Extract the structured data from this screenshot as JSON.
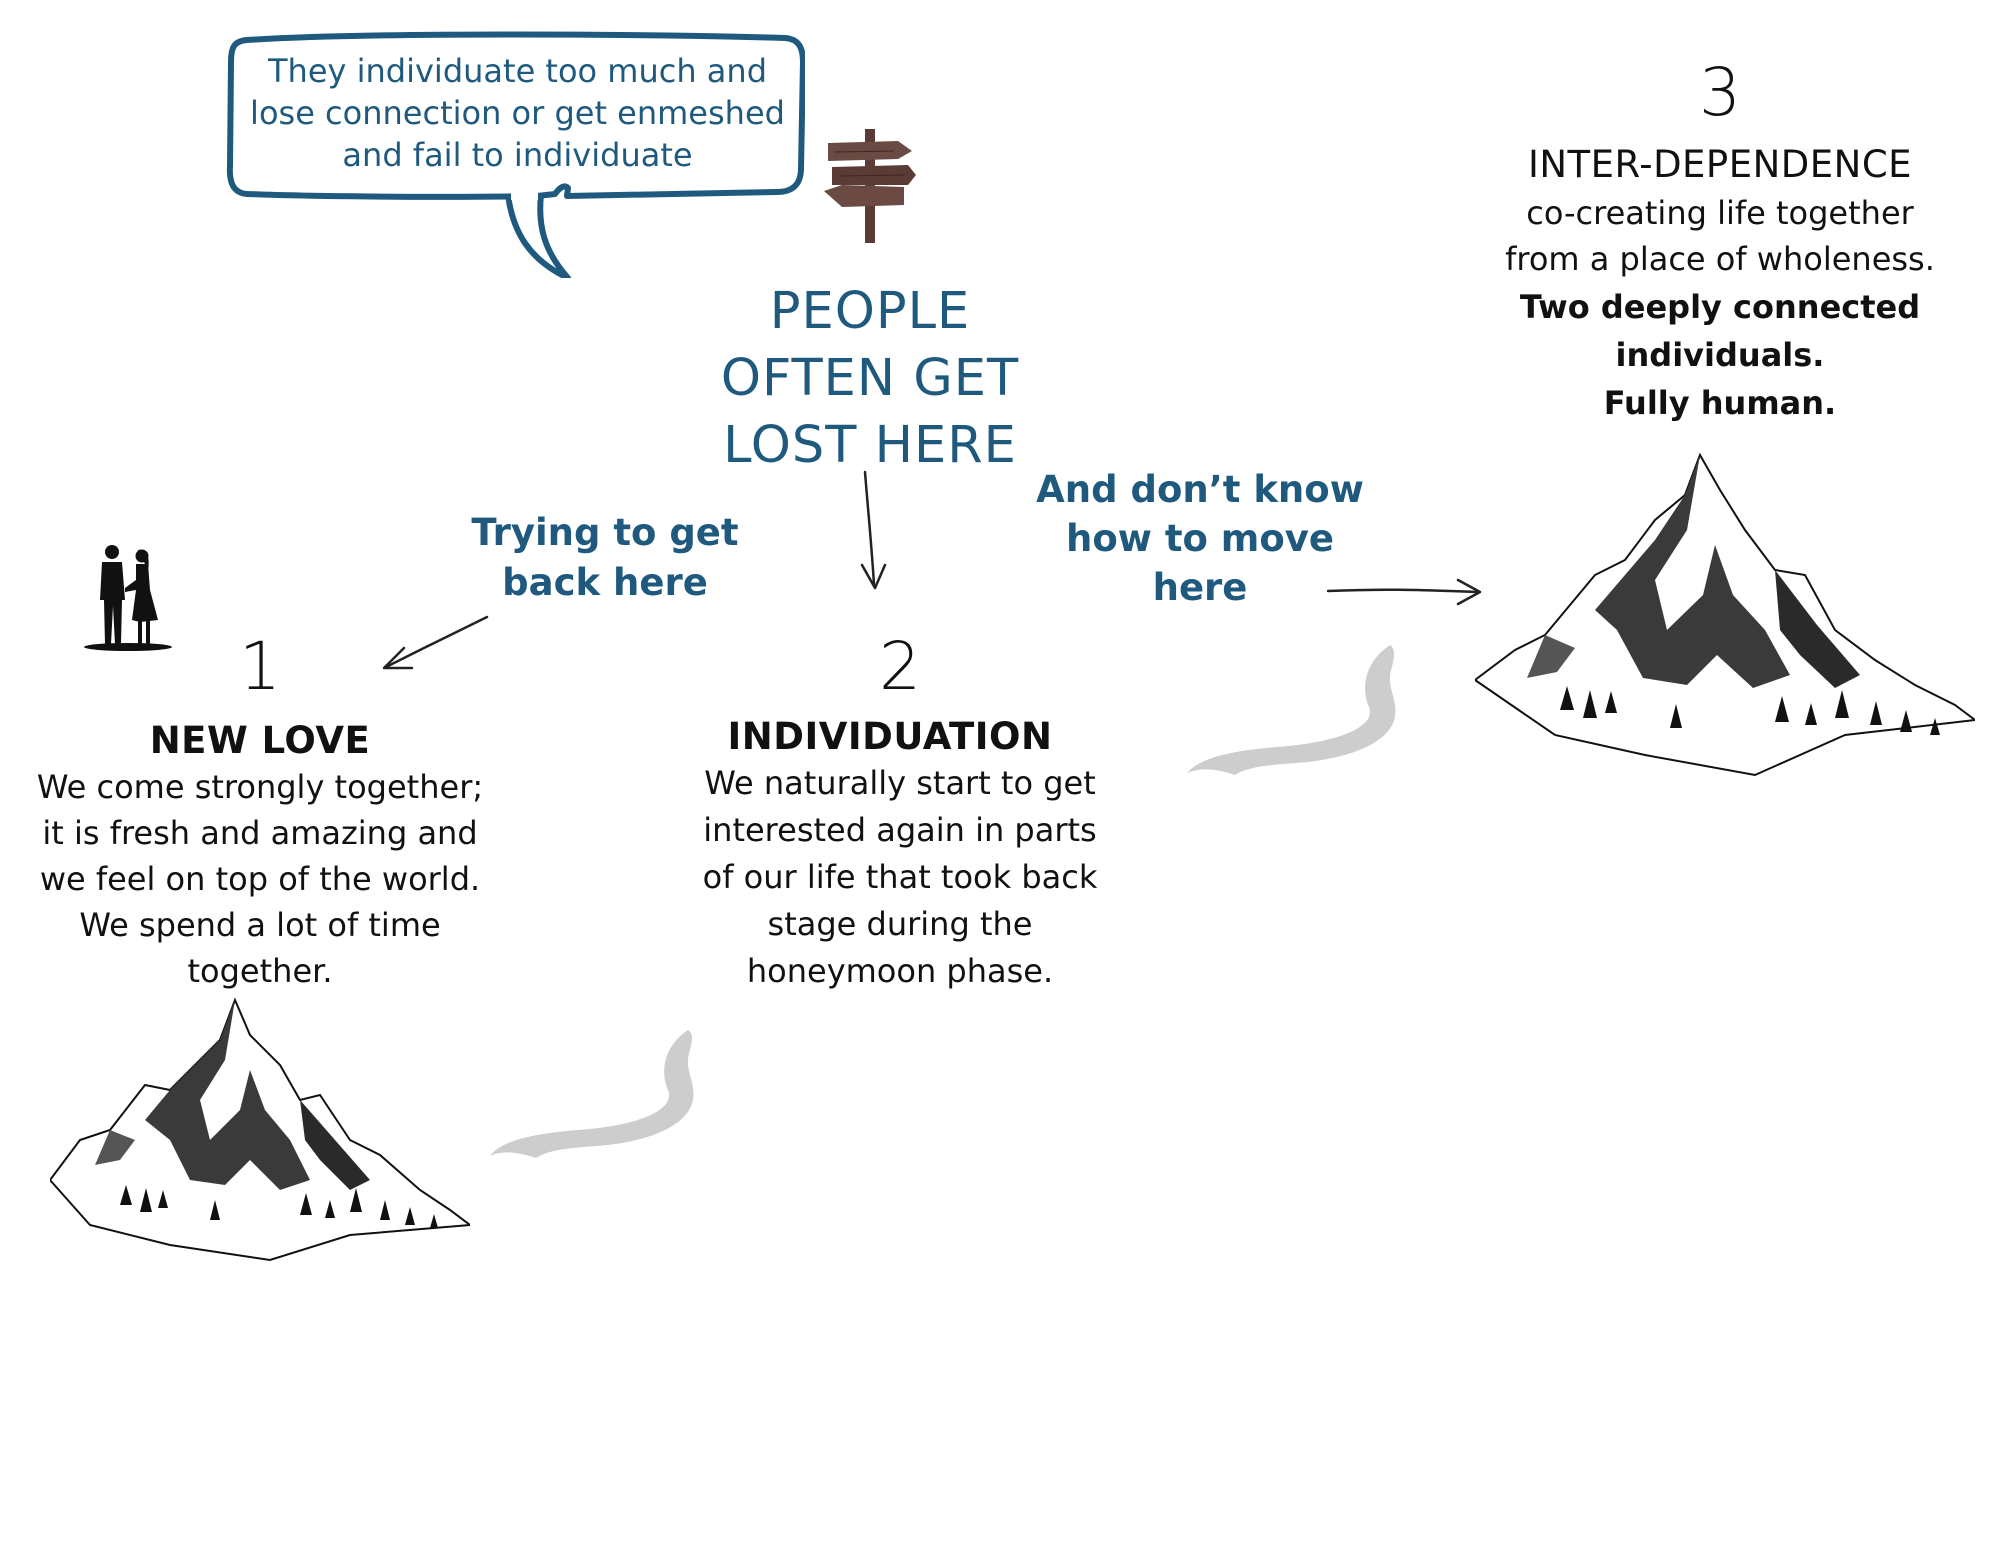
{
  "bubble": {
    "text": "They individuate too much and lose connection or get enmeshed and fail to individuate"
  },
  "heading": {
    "line1": "PEOPLE",
    "line2": "OFTEN GET",
    "line3": "LOST HERE"
  },
  "labels": {
    "back_line1": "Trying to get",
    "back_line2": "back here",
    "move_line1": "And don’t know",
    "move_line2": "how to move",
    "move_line3": "here"
  },
  "stages": [
    {
      "number": "1",
      "title": "NEW LOVE",
      "lines": [
        "We come strongly together;",
        "it is fresh and amazing and",
        "we feel on top of the world.",
        "We spend a lot of time",
        "together."
      ]
    },
    {
      "number": "2",
      "title": "INDIVIDUATION",
      "lines": [
        "We naturally start to get",
        "interested again in parts",
        "of our life that took back",
        "stage during the",
        "honeymoon phase."
      ]
    },
    {
      "number": "3",
      "title": "INTER-DEPENDENCE",
      "lines": [
        "co-creating life together",
        "from a place of wholeness."
      ],
      "bold_lines": [
        "Two deeply connected",
        "individuals.",
        "Fully human."
      ]
    }
  ],
  "icons": {
    "couple": "couple-silhouette-icon",
    "signpost": "signpost-icon",
    "mountain": "mountain-illustration",
    "path": "winding-path-illustration"
  },
  "colors": {
    "accent_blue": "#1f5a7e",
    "text": "#111111",
    "signpost_wood": "#5a3c35",
    "path_gray": "#c9c9c9"
  }
}
